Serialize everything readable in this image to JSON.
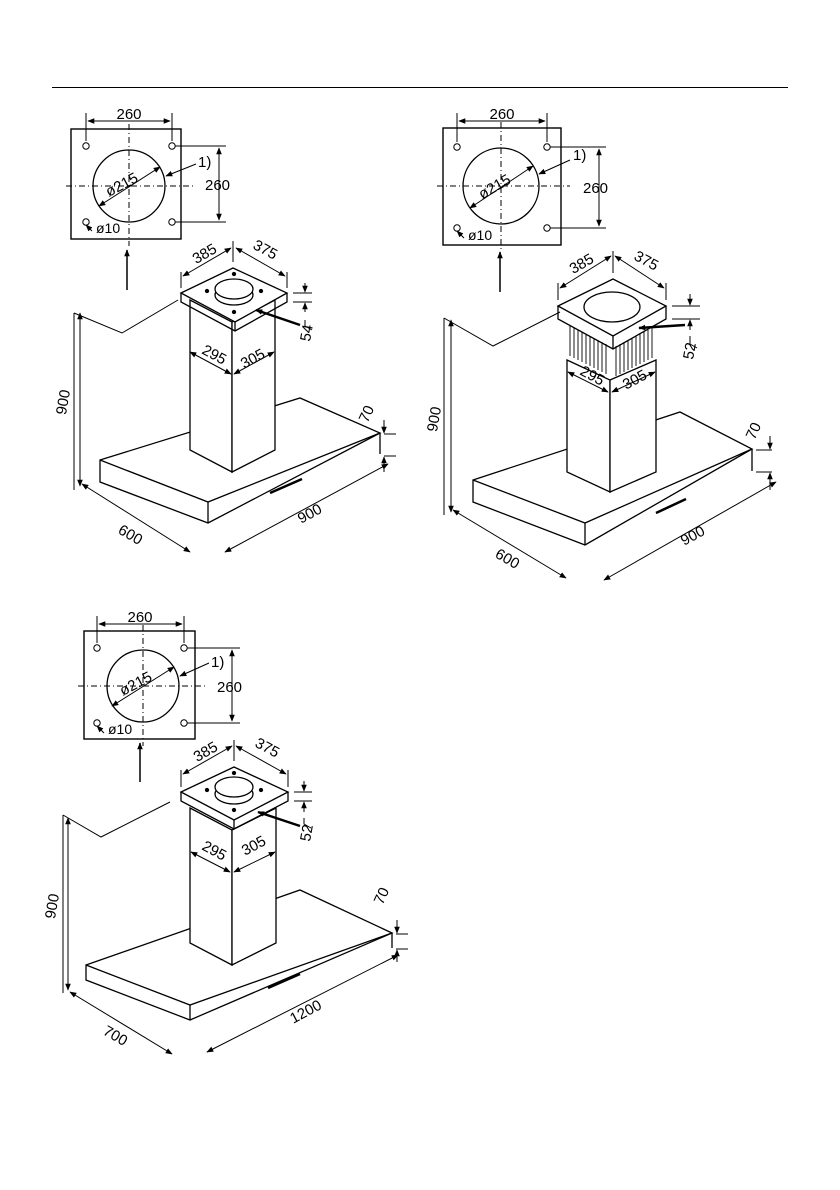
{
  "diagrams": [
    {
      "id": "hood-a",
      "plate": {
        "hole_spacing_h": "260",
        "hole_spacing_v": "260",
        "duct_diameter": "ø215",
        "hole_diameter": "ø10",
        "note": "1)"
      },
      "chimney": {
        "top_depth": "385",
        "top_width": "375",
        "collar_height": "54",
        "body_depth": "295",
        "body_width": "305"
      },
      "hood": {
        "height": "900",
        "canopy_height": "70",
        "depth": "600",
        "width": "900"
      }
    },
    {
      "id": "hood-b",
      "plate": {
        "hole_spacing_h": "260",
        "hole_spacing_v": "260",
        "duct_diameter": "ø215",
        "hole_diameter": "ø10",
        "note": "1)"
      },
      "chimney": {
        "top_depth": "385",
        "top_width": "375",
        "collar_height": "52",
        "body_depth": "295",
        "body_width": "305"
      },
      "hood": {
        "height": "900",
        "canopy_height": "70",
        "depth": "600",
        "width": "900"
      }
    },
    {
      "id": "hood-c",
      "plate": {
        "hole_spacing_h": "260",
        "hole_spacing_v": "260",
        "duct_diameter": "ø215",
        "hole_diameter": "ø10",
        "note": "1)"
      },
      "chimney": {
        "top_depth": "385",
        "top_width": "375",
        "collar_height": "52",
        "body_depth": "295",
        "body_width": "305"
      },
      "hood": {
        "height": "900",
        "canopy_height": "70",
        "depth": "700",
        "width": "1200"
      }
    }
  ]
}
